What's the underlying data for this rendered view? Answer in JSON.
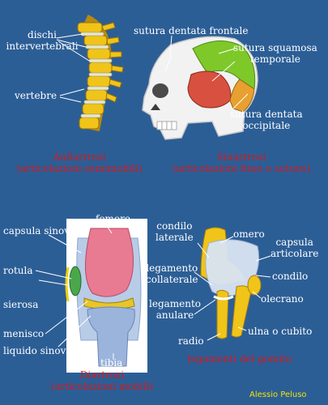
{
  "amphiarthrosis": {
    "labels": {
      "discs": "dischi\nintervertebrali",
      "vertebrae": "vertebre"
    },
    "caption": {
      "title": "Anfiartrosi",
      "subtitle": "(articolazioni semimobili)"
    }
  },
  "synarthrosis": {
    "labels": {
      "frontal": "sutura dentata frontale",
      "squamous": "sutura squamosa\ntemporale",
      "occipital": "sutura dentata\noccipitale"
    },
    "caption": {
      "title": "Sinartrosi",
      "subtitle": "(articolazioni fisse o suture)"
    }
  },
  "diarthrosis": {
    "labels": {
      "capsule": "capsula sinoviale",
      "femur": "femore",
      "patella": "rotula",
      "serosa": "sierosa",
      "meniscus": "menisco",
      "fluid": "liquido sinoviale",
      "tibia": "tibia"
    },
    "caption": {
      "title": "Diartrosi",
      "subtitle": "(articolazioni mobili)"
    }
  },
  "elbow": {
    "labels": {
      "condyle_lateral": "condilo\nlaterale",
      "humerus": "omero",
      "capsule": "capsula\narticolare",
      "collateral": "legamento\ncollaterale",
      "condyle": "condilo",
      "annular": "legamento\nanulare",
      "olecranon": "olecrano",
      "radius": "radio",
      "ulna": "ulna o cubito"
    },
    "caption": {
      "title": "legamenti del gomito"
    }
  },
  "credit": "Alessio Peluso",
  "colors": {
    "background": "#2c5e96",
    "caption": "#d81818",
    "credit": "#f2e600",
    "bone": "#f0c419",
    "disc": "#e8e8c8"
  }
}
